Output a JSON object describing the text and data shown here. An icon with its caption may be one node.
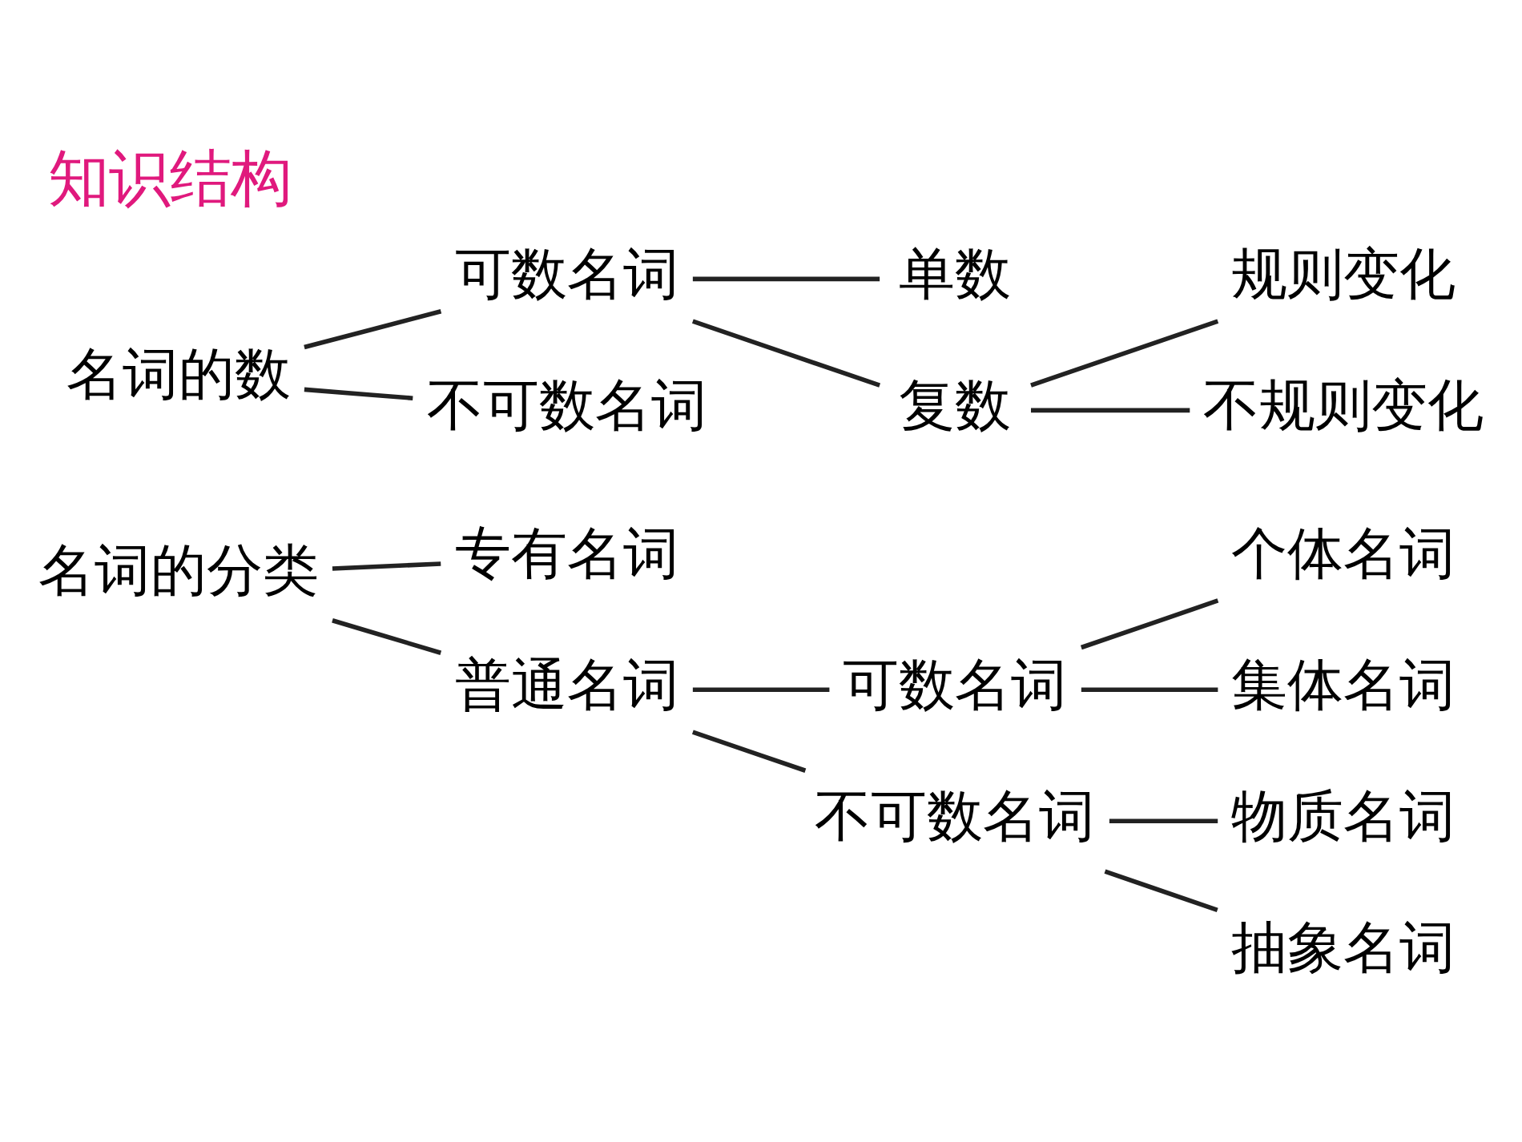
{
  "diagram": {
    "title": "知识结构",
    "nodes": [
      {
        "text": [
          "名词的分类"
        ]
      },
      {
        "text": [
          "专有名词"
        ]
      },
      {
        "text": [
          "普通名词"
        ]
      },
      {
        "text": [
          "可数名词"
        ]
      },
      {
        "text": [
          "个体名词"
        ]
      },
      {
        "text": [
          "集体名词"
        ]
      },
      {
        "text": [
          "不可数名词"
        ]
      },
      {
        "text": [
          "物质名词"
        ]
      },
      {
        "text": [
          "抽象名词"
        ]
      },
      {
        "text": [
          "名词的数"
        ]
      },
      {
        "text": [
          "可数名词"
        ]
      },
      {
        "text": [
          "单数"
        ]
      },
      {
        "text": [
          "复数"
        ]
      },
      {
        "text": [
          "规则变化"
        ]
      },
      {
        "text": [
          "不规则变化"
        ]
      },
      {
        "text": [
          "不可数名词"
        ]
      }
    ],
    "edges": [
      {
        "from": 0,
        "to": 1,
        "arrow": "none"
      },
      {
        "from": 0,
        "to": 2,
        "arrow": "none"
      },
      {
        "from": 2,
        "to": 3,
        "arrow": "none"
      },
      {
        "from": 2,
        "to": 6,
        "arrow": "none"
      },
      {
        "from": 3,
        "to": 4,
        "arrow": "none"
      },
      {
        "from": 3,
        "to": 5,
        "arrow": "none"
      },
      {
        "from": 6,
        "to": 7,
        "arrow": "none"
      },
      {
        "from": 6,
        "to": 8,
        "arrow": "none"
      },
      {
        "from": 9,
        "to": 10,
        "arrow": "none"
      },
      {
        "from": 9,
        "to": 15,
        "arrow": "none"
      },
      {
        "from": 10,
        "to": 11,
        "arrow": "none"
      },
      {
        "from": 10,
        "to": 12,
        "arrow": "none"
      },
      {
        "from": 12,
        "to": 13,
        "arrow": "none"
      },
      {
        "from": 12,
        "to": 14,
        "arrow": "none"
      }
    ]
  }
}
